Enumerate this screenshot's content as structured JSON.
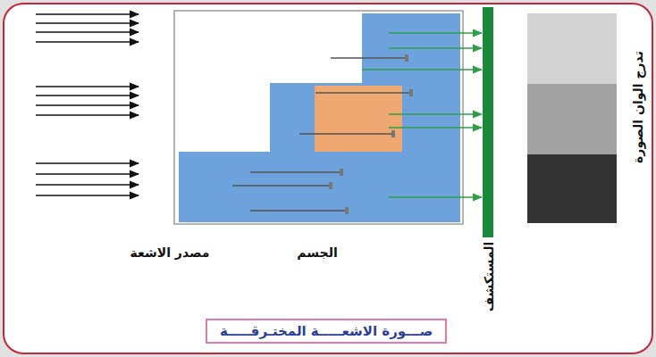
{
  "diagram": {
    "caption": "صـــورة الاشعـــــة المختـرقـــــة",
    "labels": [
      "مصدر الاشعة",
      "الجسم",
      "المستكشف",
      "تدرج الوان الصورة"
    ]
  }
}
